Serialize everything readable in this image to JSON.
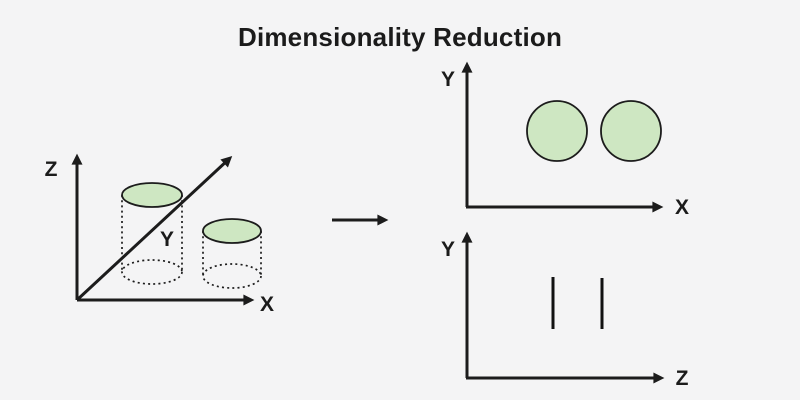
{
  "title": "Dimensionality Reduction",
  "colors": {
    "background": "#f4f4f5",
    "line": "#1c1c1c",
    "shape_fill_green": "#cee7c2",
    "shape_stroke": "#1c1c1c"
  },
  "plot_3d": {
    "x_label": "X",
    "y_label": "Y",
    "z_label": "Z",
    "content": "two cylinders with green tops and dotted sides"
  },
  "transform_arrow_icon": "right-arrow-icon",
  "plot_xy": {
    "x_label": "X",
    "y_label": "Y",
    "content": "two green circles"
  },
  "plot_zy": {
    "x_label": "Z",
    "y_label": "Y",
    "content": "two vertical line segments"
  }
}
